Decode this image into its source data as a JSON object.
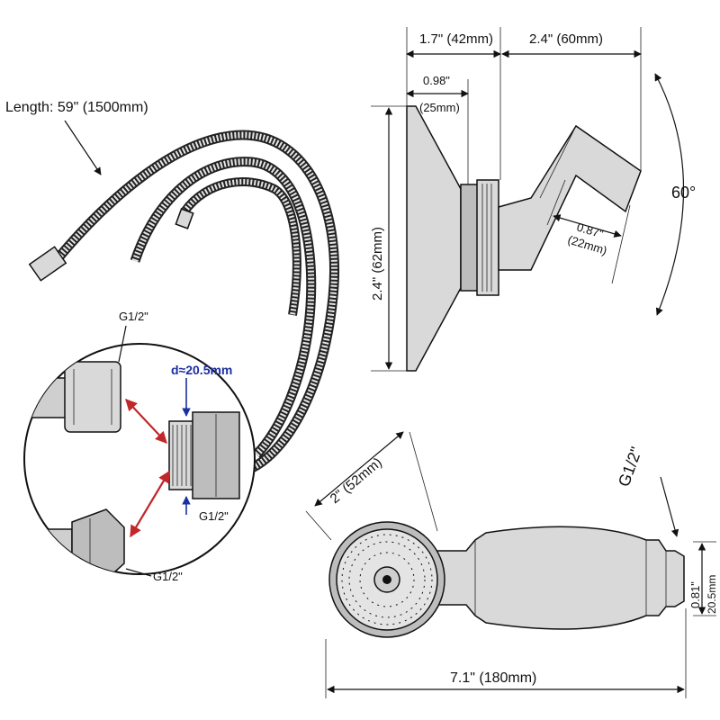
{
  "hose": {
    "length_label": "Length: 59\" (1500mm)"
  },
  "connectors": {
    "top_label": "G1/2\"",
    "nut_label": "G1/2\"",
    "bottom_label": "G1/2\"",
    "diameter_label": "d≈20.5mm",
    "diameter_color": "#1a2fa0",
    "arrow_color": "#c0282a"
  },
  "holder": {
    "width_total": "1.7\" (42mm)",
    "arm_length": "2.4\" (60mm)",
    "depth_in": "0.98\"",
    "depth_mm": "(25mm)",
    "height": "2.4\" (62mm)",
    "bore_in": "0.87\"",
    "bore_mm": "(22mm)",
    "angle": "60°"
  },
  "handset": {
    "head_diameter": "2\" (52mm)",
    "thread": "G1/2\"",
    "end_in": "0.81\"",
    "end_mm": "20.5mm",
    "total_length": "7.1\" (180mm)"
  }
}
